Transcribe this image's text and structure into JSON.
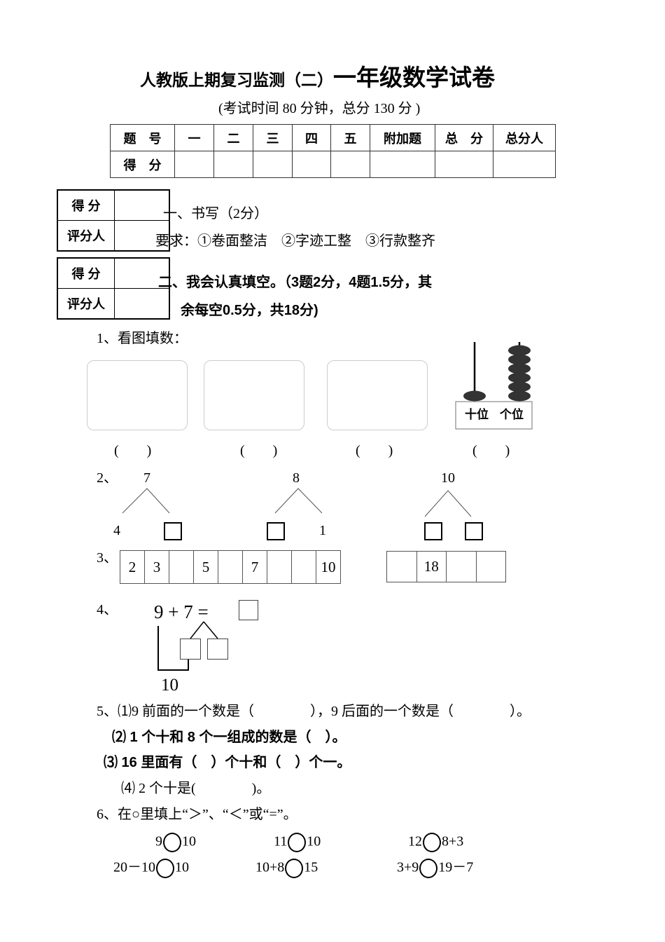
{
  "title": {
    "part1": "人教版上期复习监测（二）",
    "part2": "一年级数学试卷"
  },
  "subtitle": "(考试时间 80 分钟，总分 130 分 )",
  "score_table": {
    "headers": [
      "题　号",
      "一",
      "二",
      "三",
      "四",
      "五",
      "附加题",
      "总　分",
      "总分人"
    ],
    "row_label": "得　分"
  },
  "grader_box": {
    "score": "得 分",
    "grader": "评分人"
  },
  "section1": {
    "heading": "一、书写（2分）",
    "requirement": "要求：①卷面整洁　②字迹工整　③行款整齐"
  },
  "section2": {
    "heading_line1": "二、我会认真填空。（3题2分，4题1.5分，其",
    "heading_line2": "余每空0.5分，共18分)"
  },
  "q1": {
    "label": "1、看图填数：",
    "abacus_tens": "十位",
    "abacus_ones": "个位",
    "abacus_tens_beads": 1,
    "abacus_ones_beads": 6,
    "blank": "(　　)"
  },
  "q2": {
    "label": "2、",
    "trees": [
      {
        "top": "7",
        "left": "4",
        "right": ""
      },
      {
        "top": "8",
        "left": "",
        "right": "1"
      },
      {
        "top": "10",
        "left": "",
        "right": ""
      }
    ]
  },
  "q3": {
    "label": "3、",
    "row1": [
      "2",
      "3",
      "",
      "5",
      "",
      "7",
      "",
      "",
      "10"
    ],
    "row2": [
      "",
      "18",
      "",
      ""
    ]
  },
  "q4": {
    "label": "4、",
    "equation": "9 + 7 =",
    "ten": "10"
  },
  "q5": {
    "line1": "5、⑴9 前面的一个数是（　　　　），9 后面的一个数是（　　　　）。",
    "line2": "⑵ 1 个十和 8 个一组成的数是（　）。",
    "line3": "⑶ 16 里面有（　）个十和（　）个一。",
    "line4": "⑷ 2 个十是(　　　　)。"
  },
  "q6": {
    "label": "6、在○里填上“＞”、“＜”或“=”。",
    "items": [
      [
        "9",
        "10"
      ],
      [
        "11",
        "10"
      ],
      [
        "12",
        "8+3"
      ],
      [
        "20－10",
        "10"
      ],
      [
        "10+8",
        "15"
      ],
      [
        "3+9",
        "19－7"
      ]
    ]
  }
}
